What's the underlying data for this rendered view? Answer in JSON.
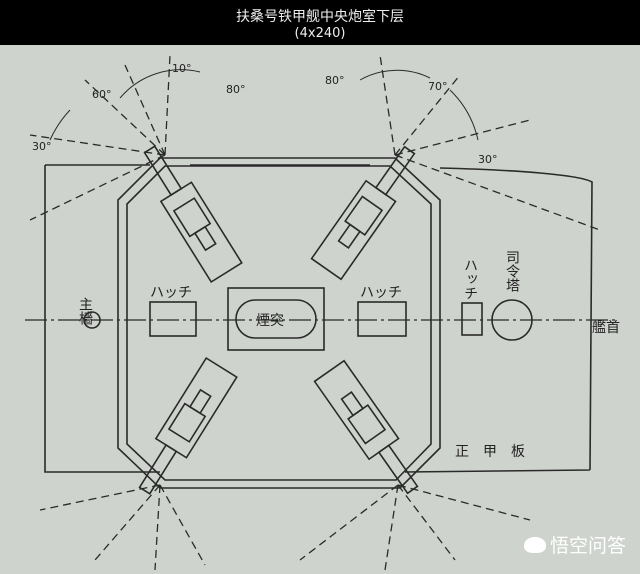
{
  "header": {
    "title": "扶桑号铁甲舰中央炮室下层",
    "subtitle": "(4x240)"
  },
  "diagram": {
    "labels": {
      "main_mast": "主檣",
      "hatch": "ハッチ",
      "funnel": "煙突",
      "conning_tower": "司令塔",
      "bow": "艦首",
      "main_deck": "正甲板"
    },
    "angles": {
      "tl_10": "10°",
      "tl_60": "60°",
      "tl_80": "80°",
      "tl_30": "30°",
      "tr_80": "80°",
      "tr_70": "70°",
      "tr_30": "30°"
    }
  },
  "watermark": {
    "text": "悟空问答"
  }
}
